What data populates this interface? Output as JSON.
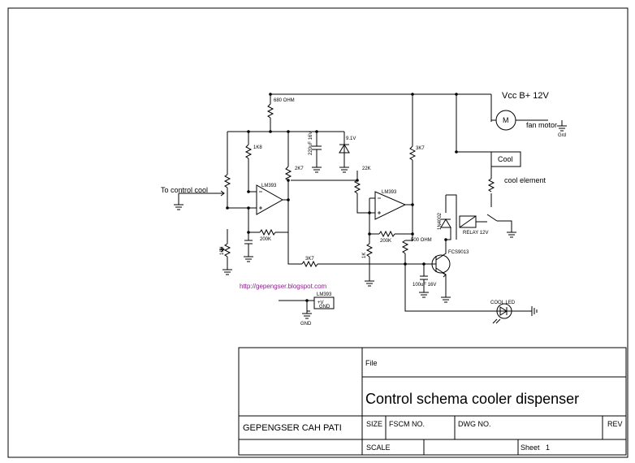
{
  "labels": {
    "vcc": "Vcc B+ 12V",
    "fan_motor": "fan motor",
    "motor_symbol": "M",
    "grd": "Grd",
    "cool_box": "Cool",
    "cool_element": "cool element",
    "to_control_cool": "To control cool",
    "r_680": "680 OHM",
    "r_1k8": "1K8",
    "r_2k7": "2K7",
    "r_3k7_top": "3K7",
    "r_22k": "22K",
    "r_200k_a": "200K",
    "r_200k_b": "200K",
    "r_3k7_mid": "3K7",
    "r_500": "500 OHM",
    "r_1k": "1K",
    "r_10k": "10K",
    "zener": "9.1V",
    "cap_top": "220uF 16V",
    "cap_bottom": "100uF 16V",
    "ic_a": "LM393",
    "ic_b": "LM393",
    "ic_c": "LM393",
    "gnd_pin": "GND",
    "vcc_pin": "+V",
    "diode": "1N4002",
    "relay": "RELAY 12V",
    "transistor": "FCS9013",
    "led": "COOL LED",
    "gnd": "GND",
    "url": "http://gepengser.blogspot.com"
  },
  "title_block": {
    "file_label": "File",
    "title": "Control schema cooler dispenser",
    "author": "GEPENGSER CAH PATI",
    "size_label": "SIZE",
    "fscm_label": "FSCM NO.",
    "dwg_label": "DWG NO.",
    "rev_label": "REV",
    "scale_label": "SCALE",
    "sheet_label": "Sheet",
    "sheet_value": "1"
  }
}
